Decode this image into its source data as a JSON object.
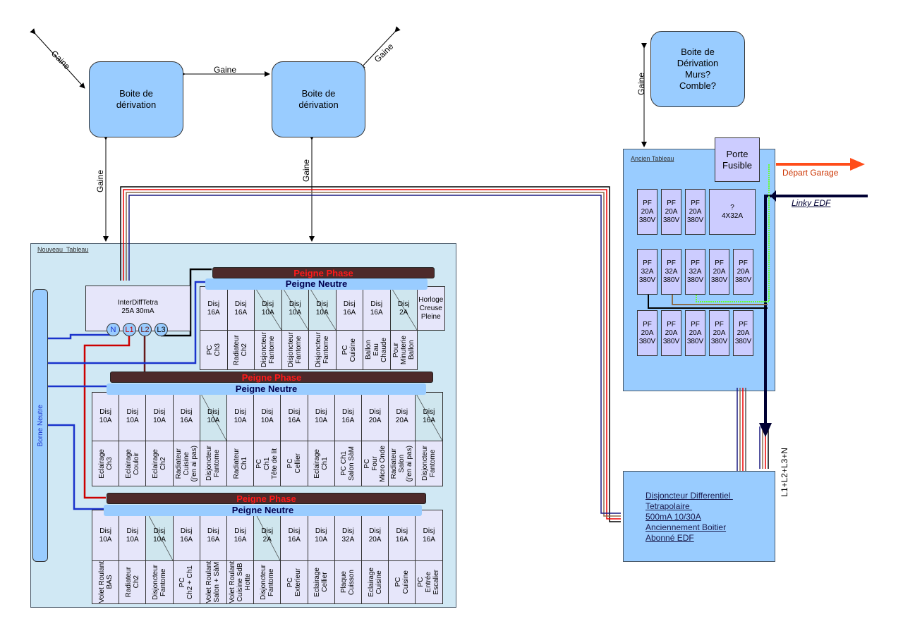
{
  "derivation_boxes": [
    "Boite de\ndérivation",
    "Boite de\ndérivation",
    "Boite de\nDérivation\nMurs?\nComble?"
  ],
  "gaine_label": "Gaine",
  "nouveau_tableau": {
    "title": "Nouveau  Tableau",
    "borne_neutre": "Borne Neutre",
    "interdiff": {
      "label": "InterDiffTetra\n25A 30mA",
      "terminals": [
        "N",
        "L1",
        "L2",
        "L3"
      ]
    },
    "peigne_phase": "Peigne Phase",
    "peigne_neutre": "Peigne Neutre",
    "rows": [
      {
        "breakers": [
          {
            "rating": "Disj\n16A",
            "circuit": "PC\nCh3",
            "phantom": false
          },
          {
            "rating": "Disj\n16A",
            "circuit": "Radiateur\nCh2",
            "phantom": false
          },
          {
            "rating": "Disj\n10A",
            "circuit": "Disjoncteur\nFantome",
            "phantom": true
          },
          {
            "rating": "Disj\n10A",
            "circuit": "Disjoncteur\nFantome",
            "phantom": true
          },
          {
            "rating": "Disj\n10A",
            "circuit": "Disjoncteur\nFantome",
            "phantom": true
          },
          {
            "rating": "Disj\n16A",
            "circuit": "PC\nCuisine",
            "phantom": false
          },
          {
            "rating": "Disj\n16A",
            "circuit": "Ballon\nEau\nChaude",
            "phantom": false
          },
          {
            "rating": "Disj\n2A",
            "circuit": "Pour\nMinuterie\nBallon",
            "phantom": true
          },
          {
            "rating": "Horloge\nCreuse\nPleine",
            "circuit": null,
            "phantom": false
          }
        ]
      },
      {
        "breakers": [
          {
            "rating": "Disj\n10A",
            "circuit": "Eclairage\nCh3",
            "phantom": false
          },
          {
            "rating": "Disj\n10A",
            "circuit": "Eclairage\nCouloir",
            "phantom": false
          },
          {
            "rating": "Disj\n10A",
            "circuit": "Eclairage\nCh2",
            "phantom": false
          },
          {
            "rating": "Disj\n16A",
            "circuit": "Radiateur\nCuisine\n(j'en ai pas)",
            "phantom": false
          },
          {
            "rating": "Disj\n10A",
            "circuit": "Disjoncteur\nFantome",
            "phantom": true
          },
          {
            "rating": "Disj\n10A",
            "circuit": "Radiateur\nCh1",
            "phantom": false
          },
          {
            "rating": "Disj\n10A",
            "circuit": "PC\nCh1\nTête de lit",
            "phantom": false
          },
          {
            "rating": "Disj\n16A",
            "circuit": "PC\nCellier",
            "phantom": false
          },
          {
            "rating": "Disj\n10A",
            "circuit": "Eclairage\nCh1",
            "phantom": false
          },
          {
            "rating": "Disj\n16A",
            "circuit": "PC Ch1\nSalon SàM",
            "phantom": false
          },
          {
            "rating": "Disj\n20A",
            "circuit": "PC\nFour\nMicro Onde",
            "phantom": false
          },
          {
            "rating": "Disj\n20A",
            "circuit": "Radiateur\nSalon\n(j'en ai pas)",
            "phantom": false
          },
          {
            "rating": "Disj\n16A",
            "circuit": "Disjoncteur\nFantome",
            "phantom": true
          }
        ]
      },
      {
        "breakers": [
          {
            "rating": "Disj\n10A",
            "circuit": "Volet Roulant\nBAS",
            "phantom": false
          },
          {
            "rating": "Disj\n10A",
            "circuit": "Radiateur\nCh2",
            "phantom": false
          },
          {
            "rating": "Disj\n10A",
            "circuit": "Disjoncteur\nFantome",
            "phantom": true
          },
          {
            "rating": "Disj\n16A",
            "circuit": "PC\nCh2 + Ch1",
            "phantom": false
          },
          {
            "rating": "Disj\n16A",
            "circuit": "Volet Roulant\nSalon + SàM",
            "phantom": false
          },
          {
            "rating": "Disj\n16A",
            "circuit": "Volet Roulant\nCuisine SdB\nHotte",
            "phantom": false
          },
          {
            "rating": "Disj\n2A",
            "circuit": "Disjoncteur\nFantome",
            "phantom": true
          },
          {
            "rating": "Disj\n16A",
            "circuit": "PC\nExterieur",
            "phantom": false
          },
          {
            "rating": "Disj\n10A",
            "circuit": "Eclairage\nCellier",
            "phantom": false
          },
          {
            "rating": "Disj\n32A",
            "circuit": "Plaque\nCuisson",
            "phantom": false
          },
          {
            "rating": "Disj\n20A",
            "circuit": "Eclairage\nCuisine",
            "phantom": false
          },
          {
            "rating": "Disj\n16A",
            "circuit": "PC\nCuisine",
            "phantom": false
          },
          {
            "rating": "Disj\n16A",
            "circuit": "PC\nEntrée\nEscalier",
            "phantom": false
          }
        ]
      }
    ]
  },
  "ancien_tableau": {
    "title": "Ancien Tableau",
    "porte_fusible": "Porte\nFusible",
    "depart_garage": "Départ Garage",
    "linky": "Linky EDF",
    "fuses": [
      [
        "PF\n20A\n380V",
        "PF\n20A\n380V",
        "PF\n20A\n380V",
        "?\n4X32A"
      ],
      [
        "PF\n32A\n380V",
        "PF\n32A\n380V",
        "PF\n32A\n380V",
        "PF\n20A\n380V",
        "PF\n20A\n380V"
      ],
      [
        "PF\n20A\n380V",
        "PF\n20A\n380V",
        "PF\n20A\n380V",
        "PF\n20A\n380V",
        "PF\n20A\n380V"
      ]
    ]
  },
  "disjoncteur_edf": "Disjoncteur Differentiel \nTetrapolaire \n500mA 10/30A\nAnciennement Boitier\nAbonné EDF",
  "supply_label": "L1+L2+L3+N",
  "colors": {
    "box": "#99ccff",
    "panel_new": "#d0e8f4",
    "phase_bar": "#4d2a2a",
    "phase_text": "#ff1a1a",
    "depart": "#ff4d1a",
    "linky": "#000033"
  }
}
